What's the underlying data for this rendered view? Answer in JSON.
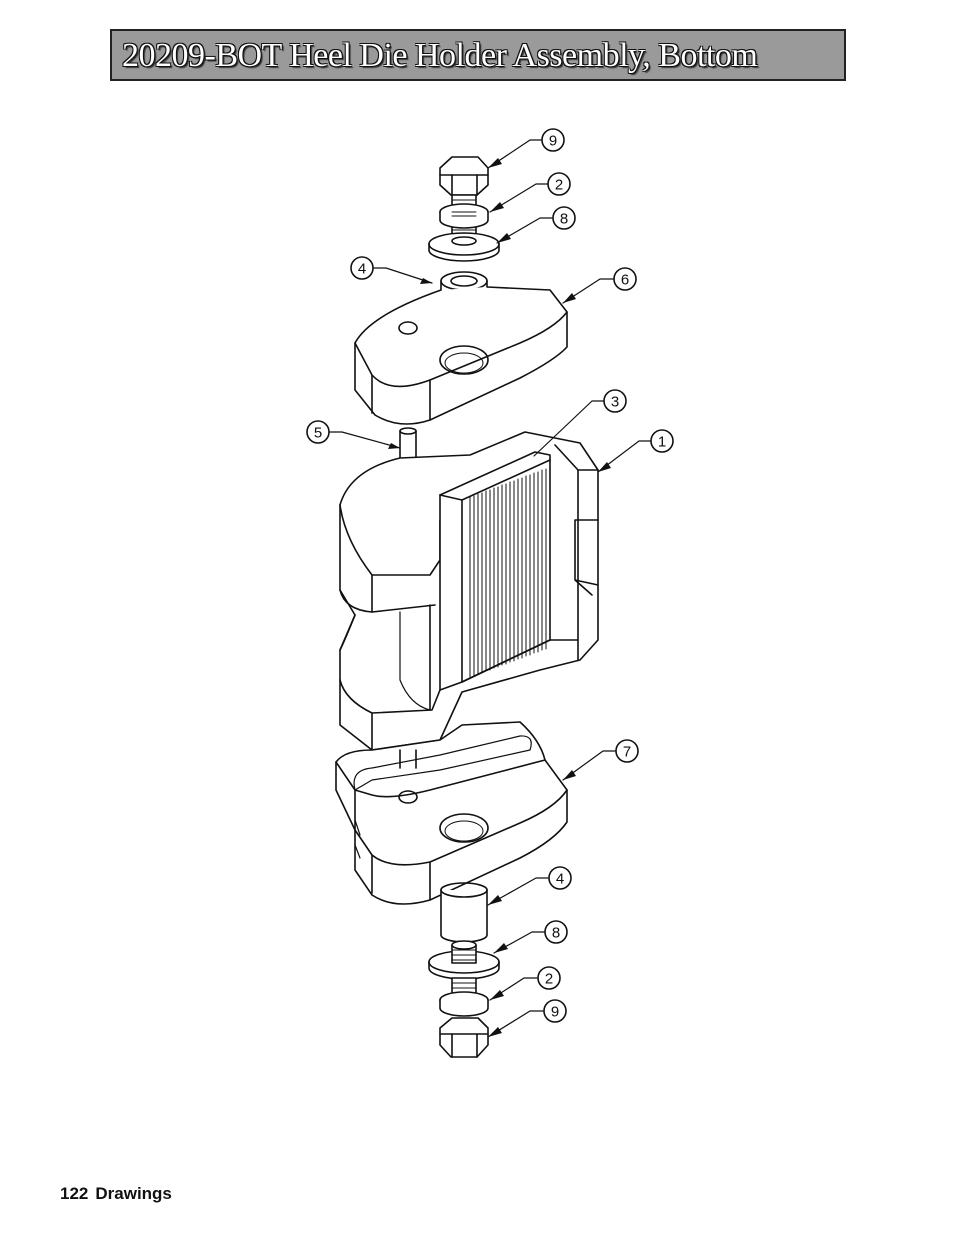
{
  "title": "20209-BOT Heel Die Holder Assembly, Bottom",
  "footer": {
    "page_number": "122",
    "section": "Drawings"
  },
  "callouts": [
    {
      "id": "c9-top",
      "label": "9"
    },
    {
      "id": "c2-top",
      "label": "2"
    },
    {
      "id": "c8-top",
      "label": "8"
    },
    {
      "id": "c4-top",
      "label": "4"
    },
    {
      "id": "c6",
      "label": "6"
    },
    {
      "id": "c3",
      "label": "3"
    },
    {
      "id": "c5",
      "label": "5"
    },
    {
      "id": "c1",
      "label": "1"
    },
    {
      "id": "c7",
      "label": "7"
    },
    {
      "id": "c4-bot",
      "label": "4"
    },
    {
      "id": "c8-bot",
      "label": "8"
    },
    {
      "id": "c2-bot",
      "label": "2"
    },
    {
      "id": "c9-bot",
      "label": "9"
    }
  ],
  "colors": {
    "title_bg": "#9a9a9a",
    "title_text": "#ffffff",
    "ink": "#111111"
  }
}
